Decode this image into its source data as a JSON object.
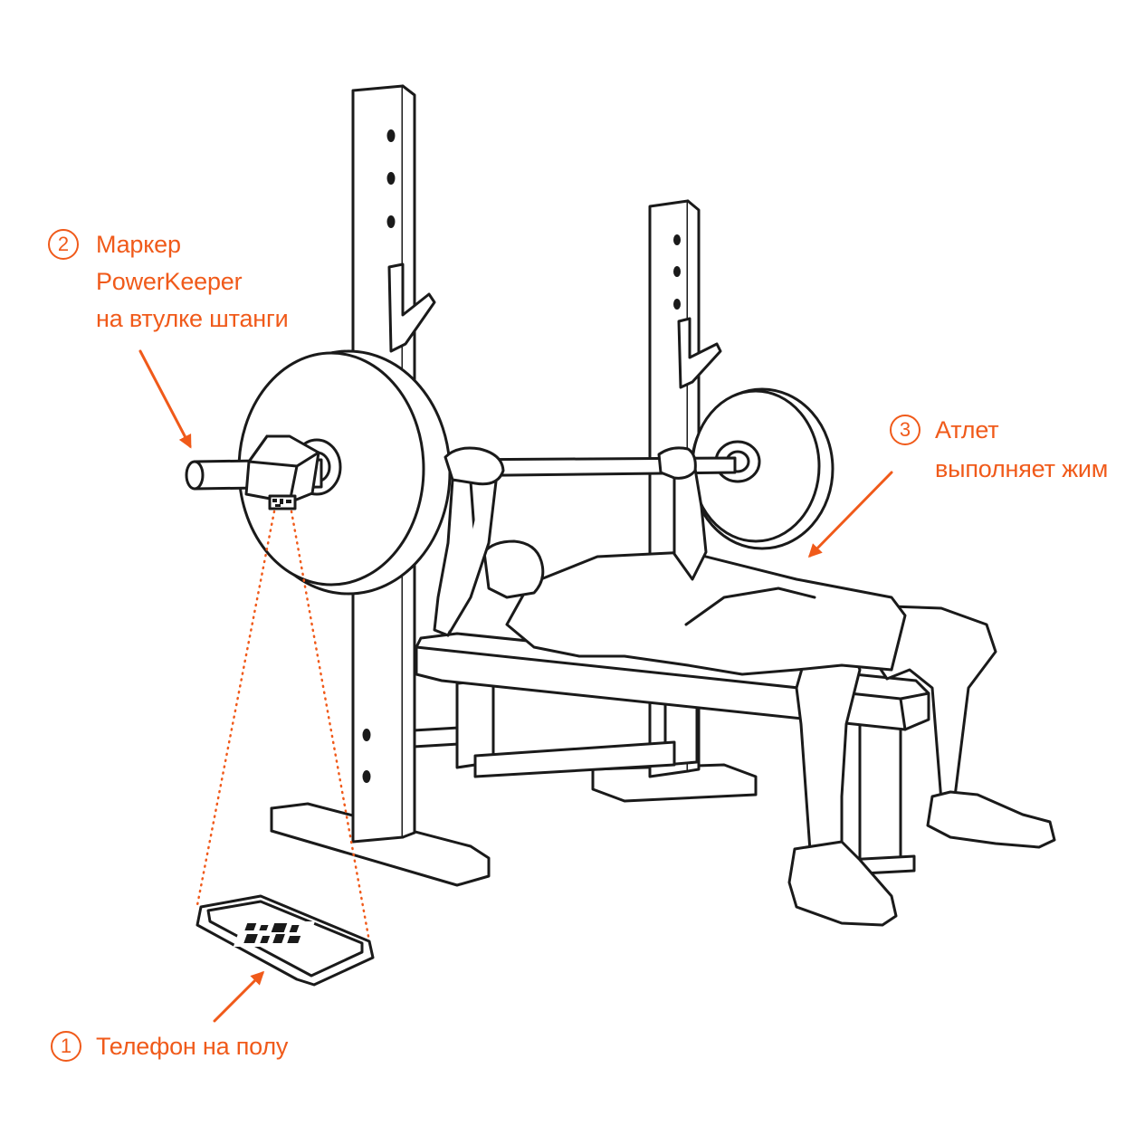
{
  "colors": {
    "accent": "#F05A1A",
    "ink": "#1a1a1a"
  },
  "callouts": [
    {
      "number": "1",
      "text": "Телефон на полу"
    },
    {
      "number": "2",
      "lines": [
        "Маркер",
        "PowerKeeper",
        "на втулке штанги"
      ]
    },
    {
      "number": "3",
      "lines": [
        "Атлет",
        "выполняет жим"
      ]
    }
  ]
}
